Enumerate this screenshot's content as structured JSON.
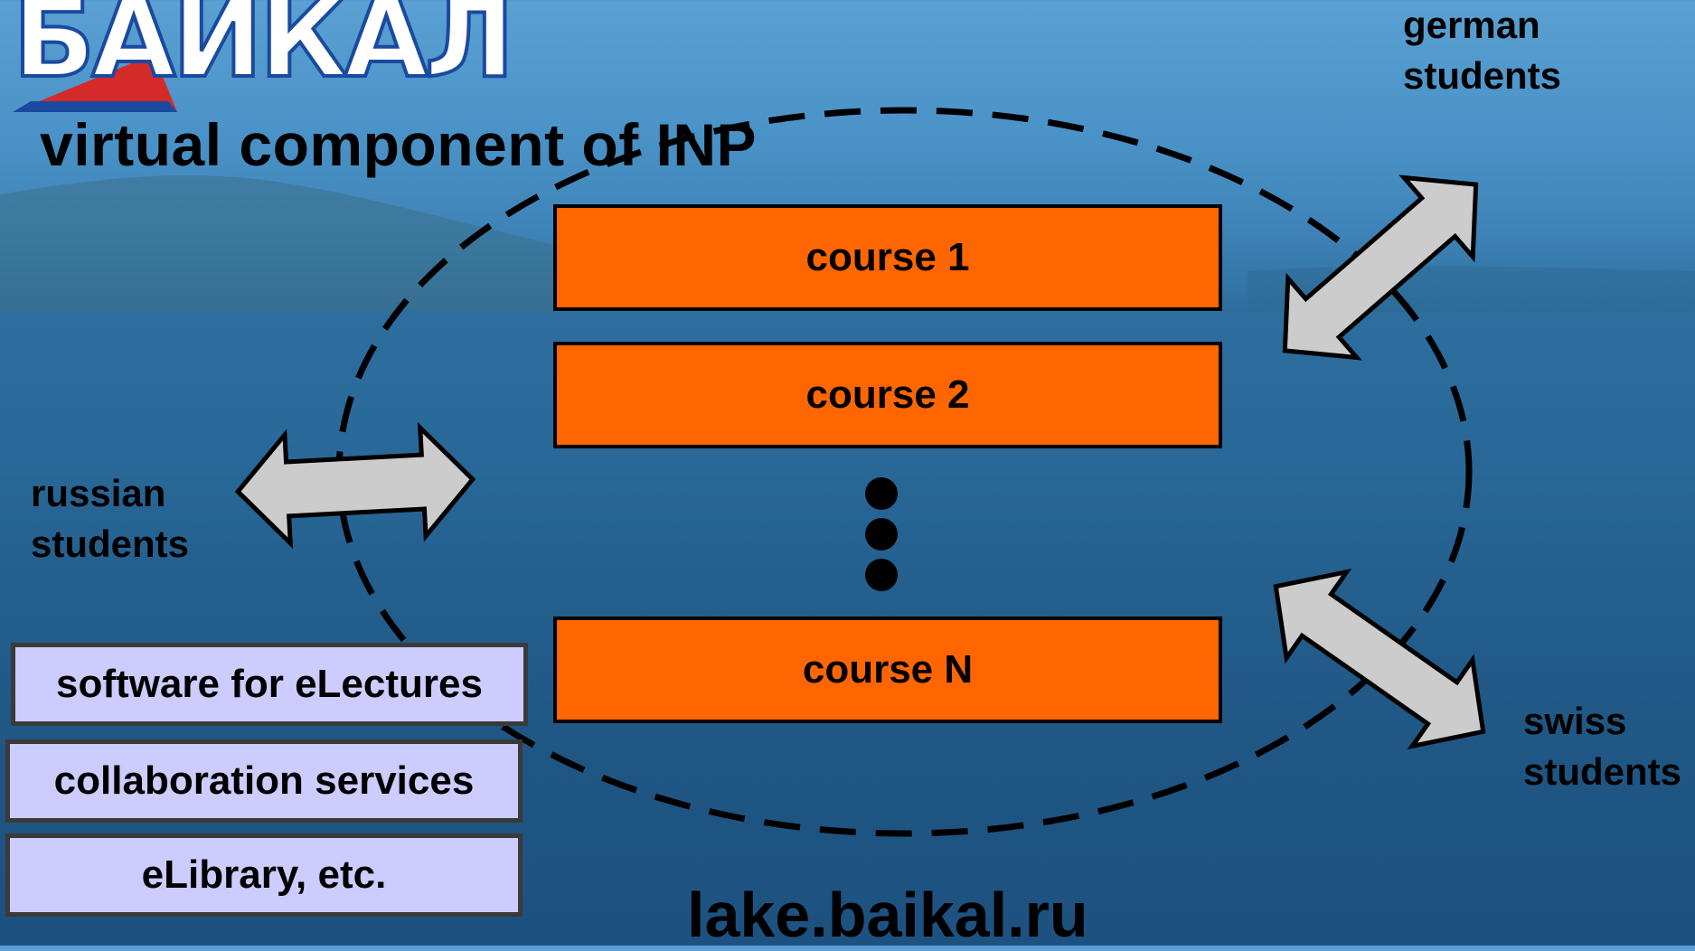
{
  "logo": {
    "text": "БАЙКАЛ"
  },
  "title": "virtual component of INP",
  "courses": [
    "course 1",
    "course 2",
    "course N"
  ],
  "groups": {
    "german": [
      "german",
      "students"
    ],
    "russian": [
      "russian",
      "students"
    ],
    "swiss": [
      "swiss",
      "students"
    ]
  },
  "services": [
    "software for eLectures",
    "collaboration services",
    "eLibrary, etc."
  ],
  "url": "lake.baikal.ru",
  "colors": {
    "course_fill": "#ff6600",
    "service_fill": "#ccccff",
    "arrow_fill": "#cccccc",
    "background": "#2d6e9e"
  }
}
